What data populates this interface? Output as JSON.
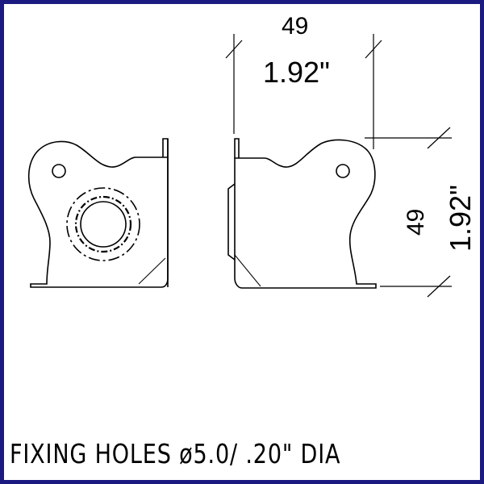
{
  "drawing": {
    "border_color": "#1a1a80",
    "background": "#ffffff",
    "line_color": "#000000",
    "views": [
      {
        "name": "front-view",
        "features": [
          "fixing-hole",
          "ball-corner-recess"
        ]
      },
      {
        "name": "side-view",
        "features": [
          "fixing-hole",
          "flange"
        ]
      }
    ],
    "dimensions": {
      "horizontal": {
        "metric": "49",
        "imperial": "1.92\""
      },
      "vertical": {
        "metric": "49",
        "imperial": "1.92\""
      }
    },
    "caption": "FIXING  HOLES ø5.0/ .20\" DIA"
  }
}
